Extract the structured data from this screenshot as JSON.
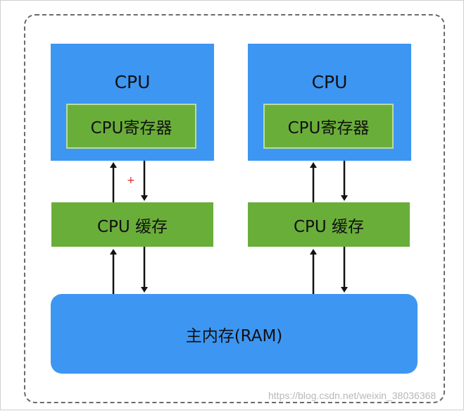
{
  "cpu_units": [
    {
      "cpu_label": "CPU",
      "register_label": "CPU寄存器",
      "cache_label": "CPU 缓存"
    },
    {
      "cpu_label": "CPU",
      "register_label": "CPU寄存器",
      "cache_label": "CPU 缓存"
    }
  ],
  "main_memory": {
    "label": "主内存(RAM)"
  },
  "watermark": "https://blog.csdn.net/weixin_38036368",
  "marker": "+",
  "colors": {
    "blue": "#3d96f2",
    "green": "#6aae3a",
    "arrow": "#111111"
  }
}
